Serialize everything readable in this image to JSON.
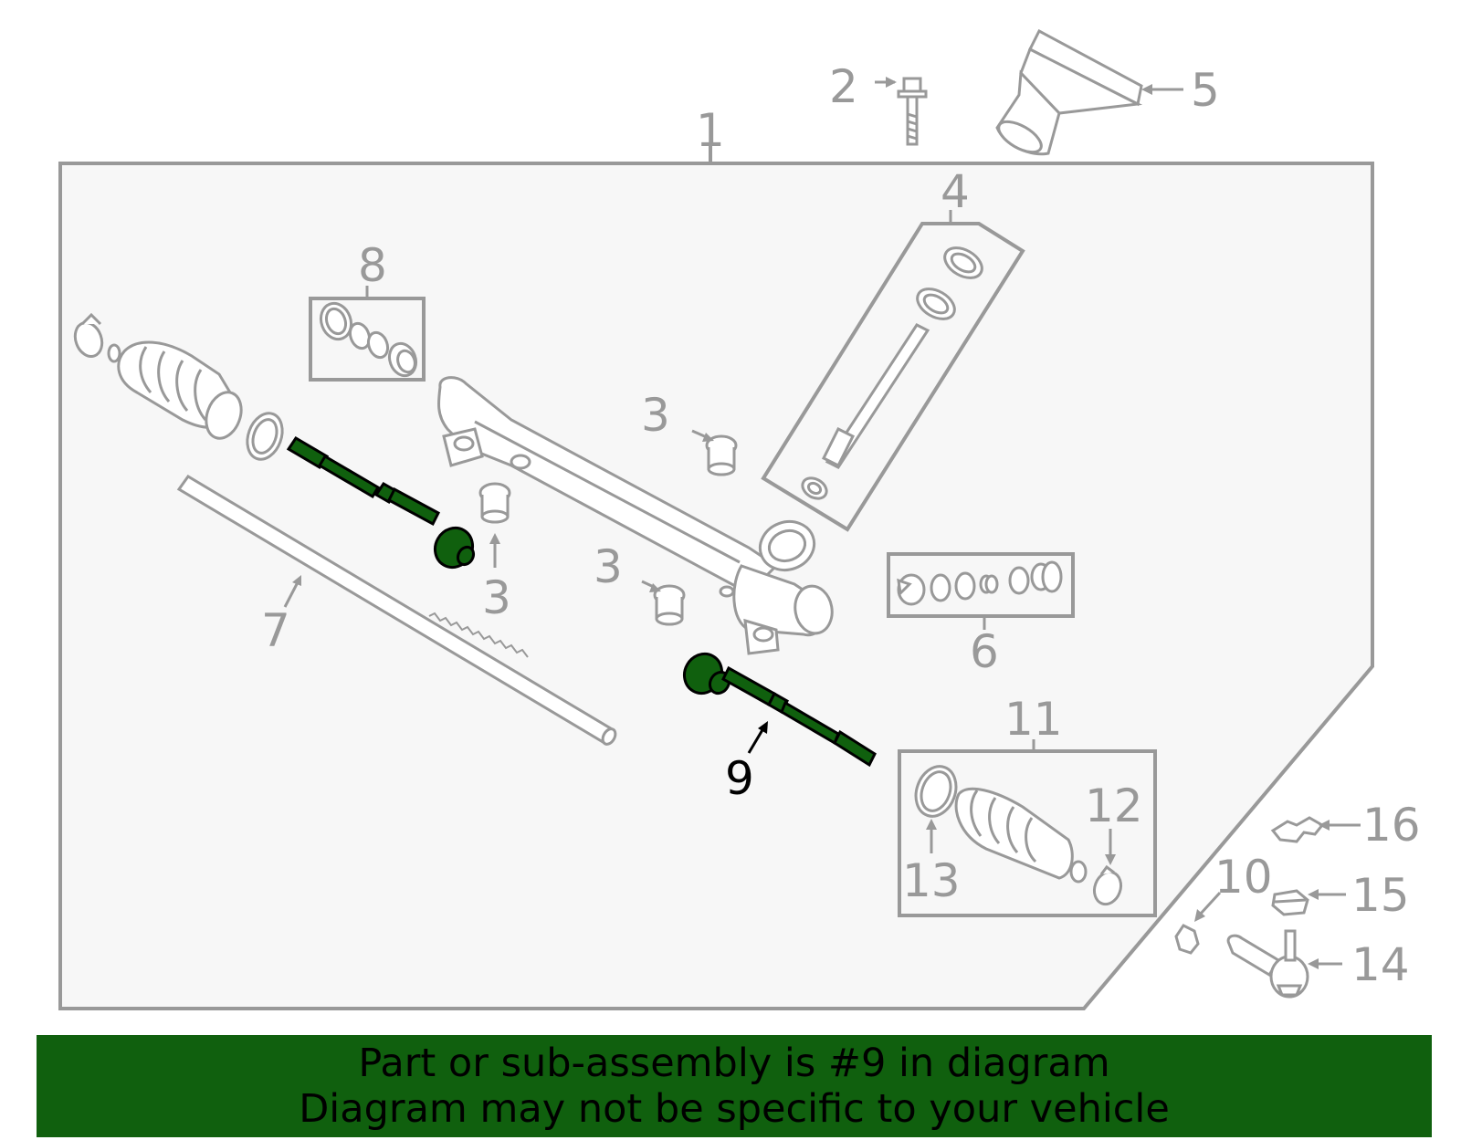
{
  "diagram": {
    "callouts": {
      "c1": "1",
      "c2": "2",
      "c3a": "3",
      "c3b": "3",
      "c3c": "3",
      "c4": "4",
      "c5": "5",
      "c6": "6",
      "c7": "7",
      "c8": "8",
      "c9": "9",
      "c10": "10",
      "c11": "11",
      "c12": "12",
      "c13": "13",
      "c14": "14",
      "c15": "15",
      "c16": "16"
    },
    "highlighted_part": "9",
    "colors": {
      "outline": "#999999",
      "panel_fill": "#f7f7f7",
      "highlight_fill": "#10600e",
      "highlight_stroke": "#000000",
      "banner": "#10600e"
    }
  },
  "banner": {
    "line1": "Part or sub-assembly is #9 in diagram",
    "line2": "Diagram may not be specific to your vehicle"
  }
}
